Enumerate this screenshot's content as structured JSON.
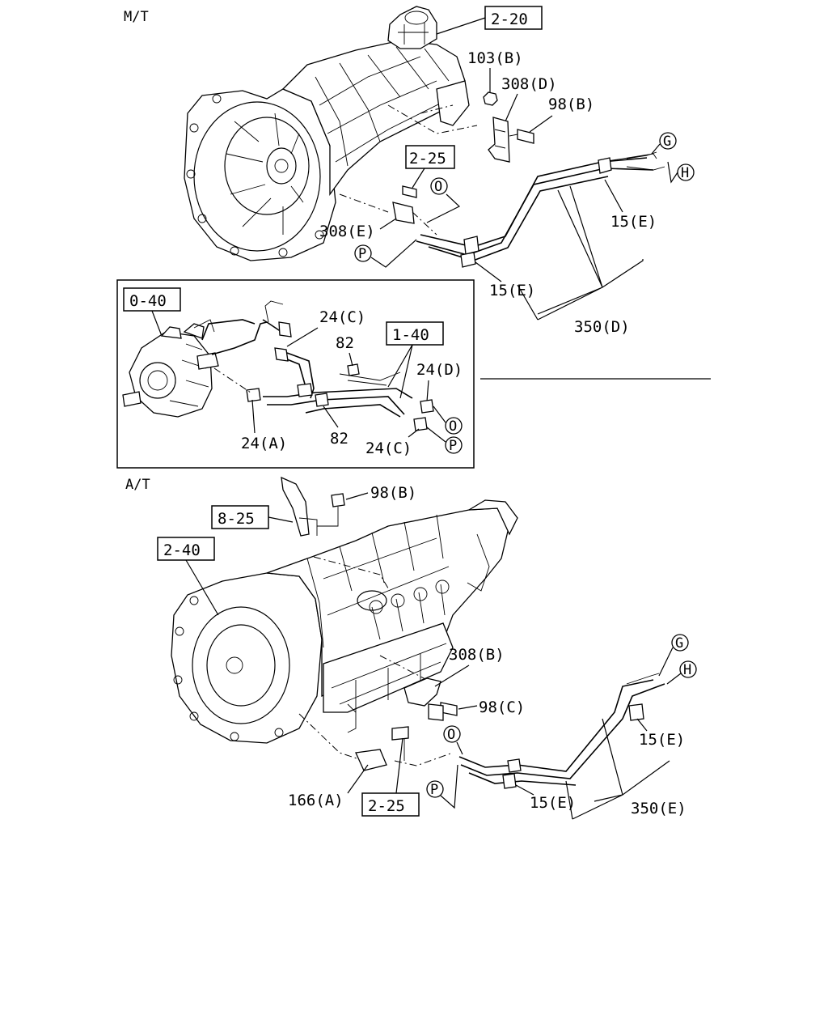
{
  "sections": {
    "mt": "M/T",
    "at": "A/T"
  },
  "ref_boxes": {
    "mt_trans": "2-20",
    "mt_bracket": "2-25",
    "inset_pump": "0-40",
    "inset_lines": "1-40",
    "at_bracket_top": "8-25",
    "at_trans": "2-40",
    "at_bracket_bottom": "2-25"
  },
  "labels": {
    "mt_103b": "103(B)",
    "mt_308d": "308(D)",
    "mt_98b": "98(B)",
    "mt_308e": "308(E)",
    "mt_15e_right": "15(E)",
    "mt_15e_left": "15(E)",
    "mt_350d": "350(D)",
    "in_24c_top": "24(C)",
    "in_82_top": "82",
    "in_24d": "24(D)",
    "in_24a": "24(A)",
    "in_82_bottom": "82",
    "in_24c_bottom": "24(C)",
    "at_98b": "98(B)",
    "at_308b": "308(B)",
    "at_98c": "98(C)",
    "at_15e_right": "15(E)",
    "at_166a": "166(A)",
    "at_15e_left": "15(E)",
    "at_350e": "350(E)"
  },
  "connectors": {
    "mt_g": "G",
    "mt_h": "H",
    "mt_o": "O",
    "mt_p": "P",
    "in_o": "O",
    "in_p": "P",
    "at_g": "G",
    "at_h": "H",
    "at_o": "O",
    "at_p": "P"
  }
}
